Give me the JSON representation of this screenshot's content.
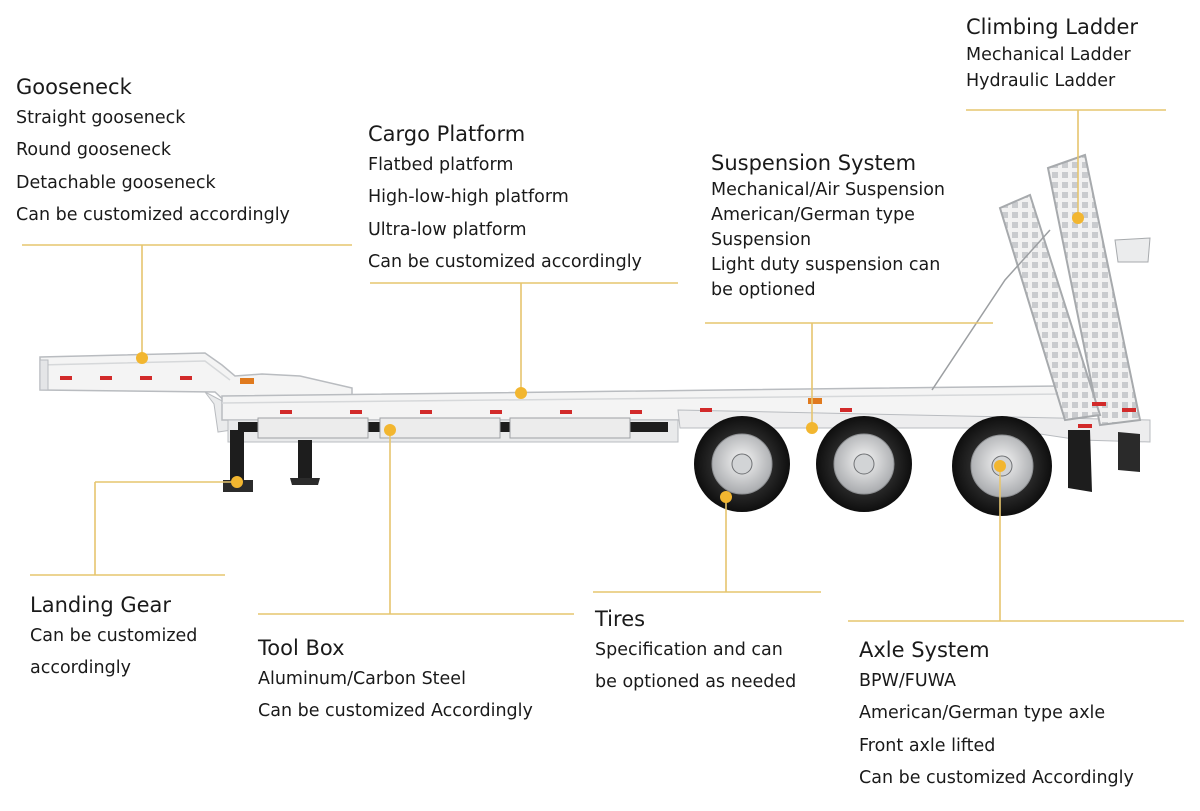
{
  "colors": {
    "leader": "#e6c56e",
    "dot": "#f2b630",
    "trailer_body": "#f4f4f4",
    "trailer_outline": "#b9bcc0",
    "dark": "#1d1d1d",
    "reflector": "#d22a2a"
  },
  "labels": {
    "gooseneck": {
      "title": "Gooseneck",
      "lines": [
        "Straight gooseneck",
        "Round gooseneck",
        "Detachable gooseneck",
        "Can be customized accordingly"
      ]
    },
    "cargo_platform": {
      "title": "Cargo Platform",
      "lines": [
        "Flatbed platform",
        "High-low-high platform",
        "Ultra-low platform",
        "Can be customized accordingly"
      ]
    },
    "suspension_system": {
      "title": "Suspension System",
      "lines": [
        "Mechanical/Air Suspension",
        "American/German type",
        "Suspension",
        "Light duty suspension can",
        "be optioned"
      ]
    },
    "climbing_ladder": {
      "title": "Climbing Ladder",
      "lines": [
        "Mechanical Ladder",
        "Hydraulic Ladder"
      ]
    },
    "landing_gear": {
      "title": "Landing Gear",
      "lines": [
        "Can be customized",
        "accordingly"
      ]
    },
    "tool_box": {
      "title": "Tool Box",
      "lines": [
        "Aluminum/Carbon Steel",
        "Can be customized Accordingly"
      ]
    },
    "tires": {
      "title": "Tires",
      "lines": [
        "Specification and can",
        "be optioned as needed"
      ]
    },
    "axle_system": {
      "title": "Axle System",
      "lines": [
        "BPW/FUWA",
        "American/German type axle",
        "Front axle lifted",
        "Can be customized Accordingly"
      ]
    }
  }
}
